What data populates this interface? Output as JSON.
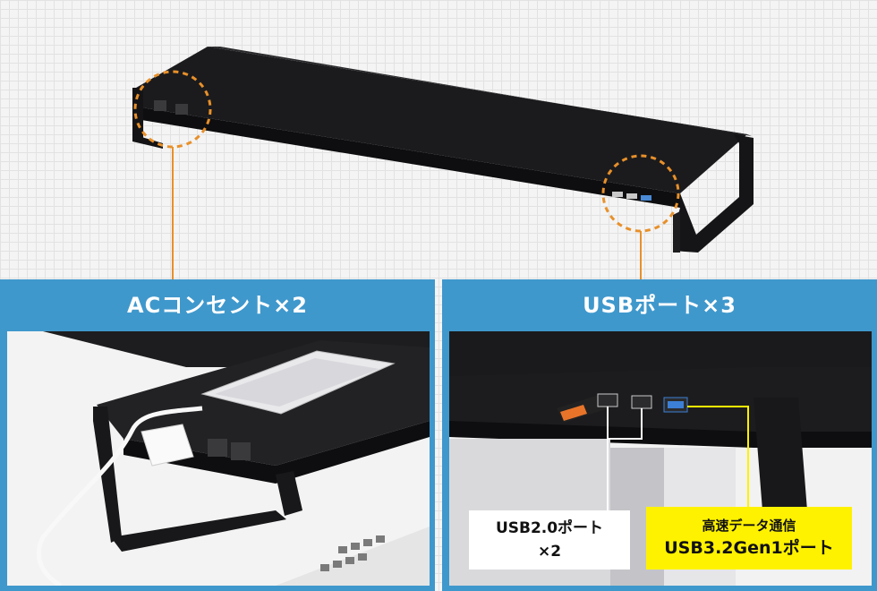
{
  "panels": {
    "left": {
      "title": "ACコンセント×2"
    },
    "right": {
      "title": "USBポート×3",
      "callout_usb2": {
        "line1": "USB2.0ポート",
        "line2": "×2"
      },
      "callout_usb3": {
        "line1": "高速データ通信",
        "line2": "USB3.2Gen1ポート"
      }
    }
  },
  "colors": {
    "panel_blue": "#3f98cc",
    "callout_orange": "#e8902a",
    "callout_yellow": "#fff200"
  }
}
